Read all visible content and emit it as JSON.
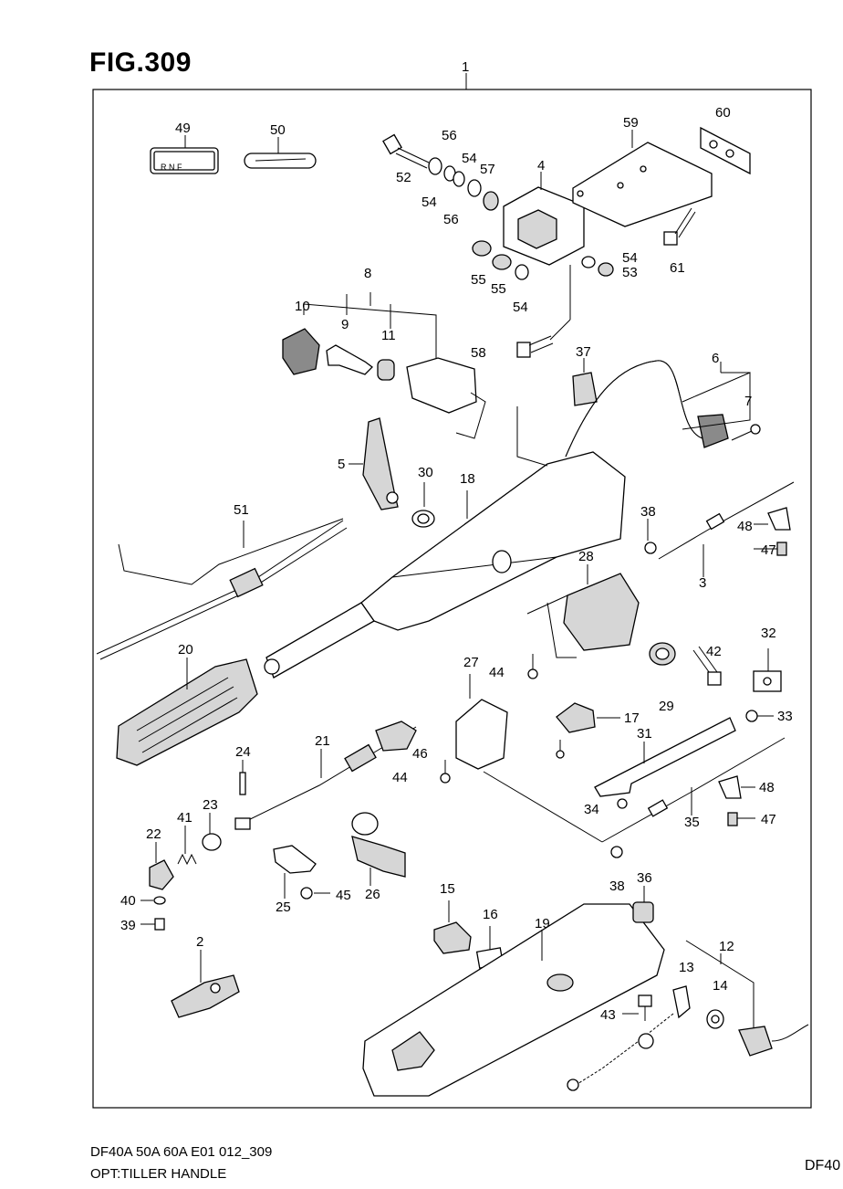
{
  "header": {
    "title": "FIG.309"
  },
  "footer": {
    "line1": "DF40A 50A 60A E01 012_309",
    "line2": "OPT:TILLER HANDLE",
    "corner": "DF40"
  },
  "icons": {
    "shift_plate_letters": "R N F"
  },
  "callouts": [
    "1",
    "2",
    "3",
    "4",
    "5",
    "6",
    "7",
    "8",
    "9",
    "10",
    "11",
    "12",
    "13",
    "14",
    "15",
    "16",
    "17",
    "18",
    "19",
    "20",
    "21",
    "22",
    "23",
    "24",
    "25",
    "26",
    "27",
    "28",
    "29",
    "30",
    "31",
    "32",
    "33",
    "34",
    "35",
    "36",
    "37",
    "38",
    "38",
    "39",
    "40",
    "41",
    "42",
    "43",
    "44",
    "44",
    "45",
    "46",
    "47",
    "47",
    "48",
    "48",
    "49",
    "50",
    "51",
    "52",
    "53",
    "54",
    "54",
    "54",
    "54",
    "55",
    "55",
    "56",
    "56",
    "57",
    "58",
    "59",
    "60",
    "61"
  ]
}
